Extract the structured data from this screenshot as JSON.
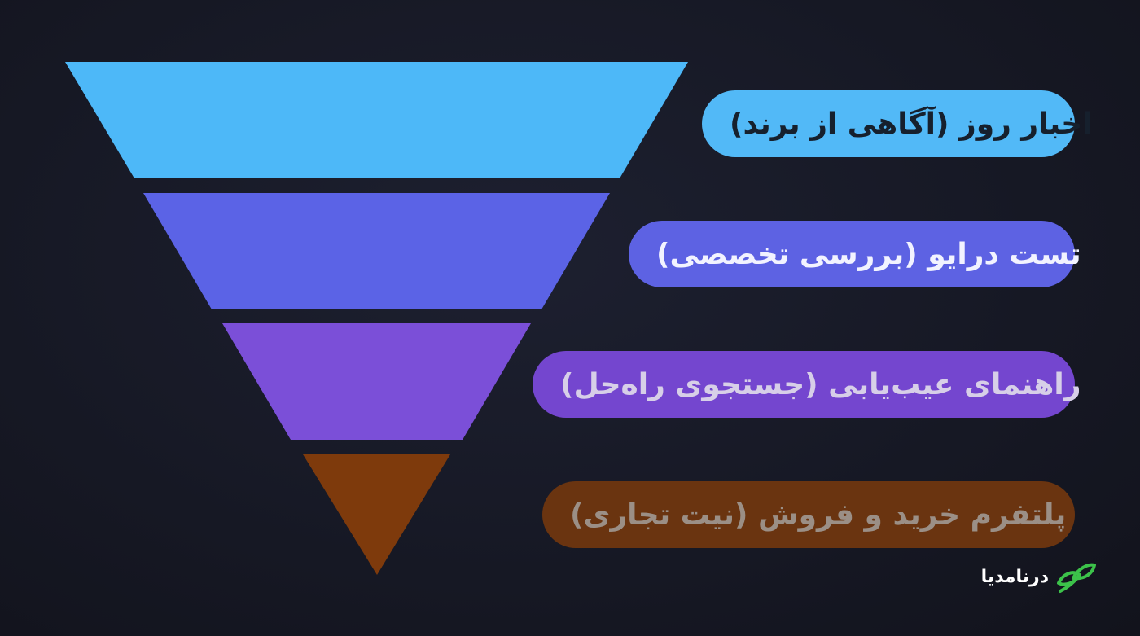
{
  "funnel": {
    "stages": [
      {
        "label": "اخبار روز (آگاهی از برند)",
        "color": "#4db8f8",
        "pill_color": "#52b9f7",
        "text_color": "#16202d"
      },
      {
        "label": "تست درایو (بررسی تخصصی)",
        "color": "#5b63e6",
        "pill_color": "#5d62e3",
        "text_color": "#f2f3ff"
      },
      {
        "label": "راهنمای عیب‌یابی (جستجوی راه‌حل)",
        "color": "#7b4fd8",
        "pill_color": "#7446cf",
        "text_color": "#d7cfe8"
      },
      {
        "label": "پلتفرم خرید و فروش (نیت تجاری)",
        "color": "#7e3a0c",
        "pill_color": "#6a3410",
        "text_color": "#9b8f86"
      }
    ]
  },
  "logo": {
    "text": "درنامدیا",
    "icon": "leaf-logo-icon",
    "color": "#3cc24a"
  }
}
